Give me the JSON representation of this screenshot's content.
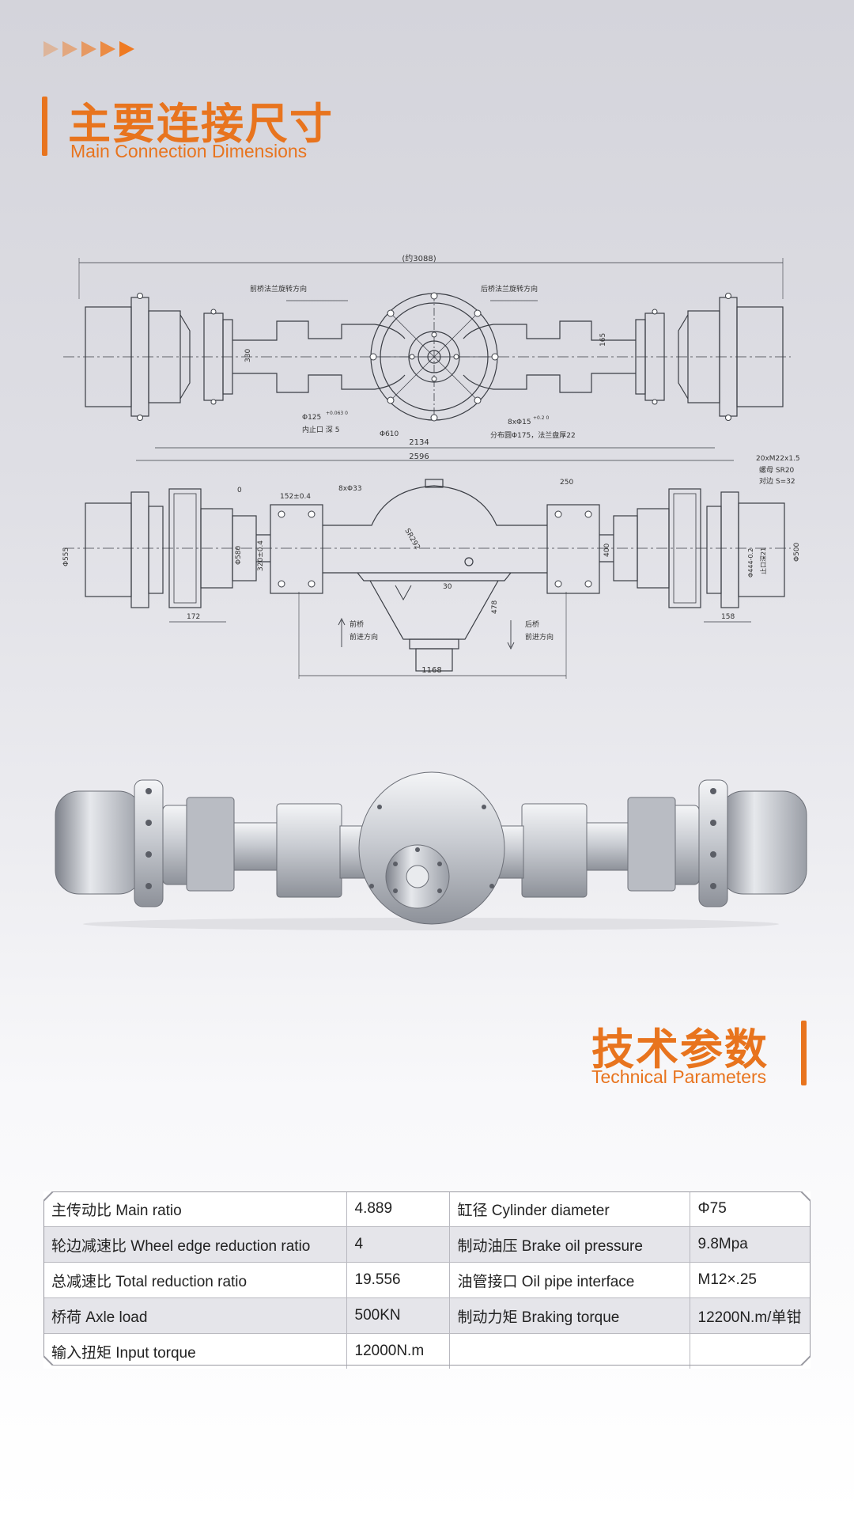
{
  "header": {
    "section1": {
      "title_cn": "主要连接尺寸",
      "title_en": "Main Connection Dimensions"
    },
    "section2": {
      "title_cn": "技术参数",
      "title_en": "Technical Parameters"
    },
    "accent_color": "#e8741e"
  },
  "drawing": {
    "top_view": {
      "overall": "(约3088)",
      "front_flange_note": "前桥法兰旋转方向",
      "rear_flange_note": "后桥法兰旋转方向",
      "dim_330": "330",
      "dim_165": "165",
      "dim_phi125": "Φ125",
      "dim_phi125_tol": "+0.063  0",
      "spigot_note": "内止口 深 5",
      "dim_phi610": "Φ610",
      "dim_bolts": "8xΦ15",
      "dim_bolts_tol": "+0.2  0",
      "pcd_note": "分布圆Φ175，法兰盘厚22",
      "dim_2134": "2134",
      "dim_2596": "2596"
    },
    "front_view": {
      "dim_152": "152±0.4",
      "dim_8x33": "8xΦ33",
      "dim_sr": "SR292",
      "dim_250": "250",
      "stud_note": "20xM22x1.5",
      "nut_note": "螺母 SR20",
      "af_note": "对边 S=32",
      "dim_phi555": "Φ555",
      "dim_phi580": "Φ580",
      "dim_320": "320±0.4",
      "dim_400": "400",
      "dim_444": "Φ444-0.2",
      "spigot_note": "止口深21",
      "dim_phi500": "Φ500",
      "dim_0": "0",
      "dim_30": "30",
      "dim_478": "478",
      "dim_172": "172",
      "dim_158": "158",
      "dim_1168": "1168",
      "front_axle_label": "前桥",
      "front_dir_label": "前进方向",
      "rear_axle_label": "后桥",
      "rear_dir_label": "前进方向"
    }
  },
  "specs": {
    "rows": [
      [
        "主传动比  Main ratio",
        "4.889",
        "缸径  Cylinder diameter",
        "Φ75"
      ],
      [
        "轮边减速比 Wheel edge reduction ratio",
        "4",
        "制动油压  Brake oil pressure",
        "9.8Mpa"
      ],
      [
        "总减速比  Total reduction ratio",
        "19.556",
        "油管接口  Oil pipe interface",
        "M12×.25"
      ],
      [
        "桥荷  Axle load",
        "500KN",
        "制动力矩  Braking torque",
        "12200N.m/单钳"
      ],
      [
        "输入扭矩  Input torque",
        "12000N.m",
        "",
        ""
      ]
    ]
  }
}
